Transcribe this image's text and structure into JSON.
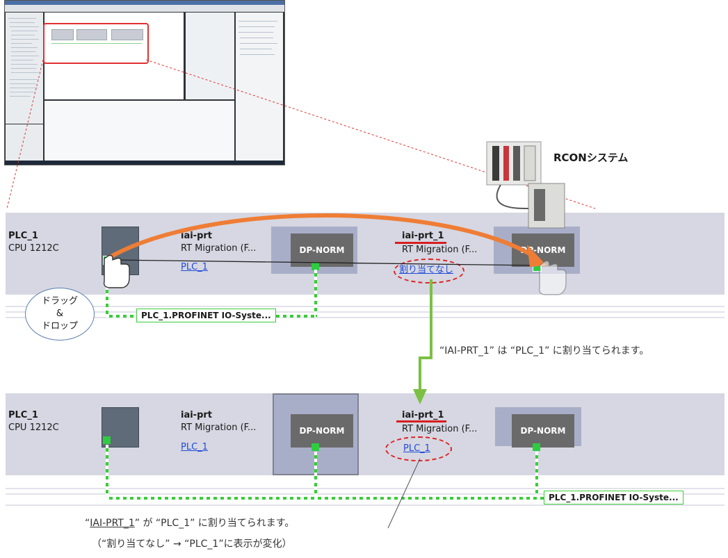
{
  "system_label": "RCONシステム",
  "top": {
    "plc": {
      "name": "PLC_1",
      "cpu": "CPU 1212C"
    },
    "dev1": {
      "name": "iai-prt",
      "type": "RT Migration (F...",
      "link": "PLC_1",
      "module": "DP-NORM"
    },
    "dev2": {
      "name": "iai-prt_1",
      "type": "RT Migration (F...",
      "link": "割り当てなし",
      "module": "DP-NORM"
    },
    "network": "PLC_1.PROFINET IO-Syste..."
  },
  "bottom": {
    "plc": {
      "name": "PLC_1",
      "cpu": "CPU 1212C"
    },
    "dev1": {
      "name": "iai-prt",
      "type": "RT Migration (F...",
      "link": "PLC_1",
      "module": "DP-NORM"
    },
    "dev2": {
      "name": "iai-prt_1",
      "type": "RT Migration (F...",
      "link": "PLC_1",
      "module": "DP-NORM"
    },
    "network": "PLC_1.PROFINET IO-Syste..."
  },
  "drag_bubble": [
    "ドラッグ",
    "&",
    "ドロップ"
  ],
  "annotation_right": "“IAI-PRT_1” は “PLC_1” に割り当てられます。",
  "annotation_bottom": {
    "line1_prefix": "“",
    "line1_underlined": "IAI-PRT_1",
    "line1_rest": "” が “PLC_1” に割り当てられます。",
    "line2": "（“割り当てなし” → “PLC_1”に表示が変化）"
  },
  "colors": {
    "network_green": "#3acc3a",
    "highlight_red": "#d81e1e",
    "arrow_orange": "#ef7d35",
    "link_blue": "#1f4bd8"
  }
}
